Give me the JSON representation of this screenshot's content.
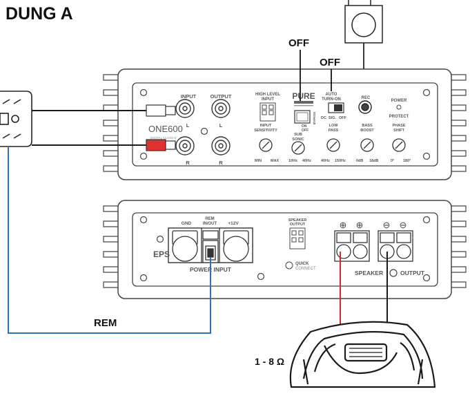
{
  "header": {
    "title": "DUNG A"
  },
  "callouts": {
    "pure_off": "OFF",
    "auto_off": "OFF",
    "rem": "REM",
    "impedance": "1 - 8 Ω"
  },
  "colors": {
    "rem_wire": "#2f6fb3",
    "speaker_pos": "#d8262e",
    "signal_wire": "#1a1a1a",
    "rca_red": "#e03030",
    "panel_stroke": "#555555"
  },
  "top_amp": {
    "input": "INPUT",
    "output": "OUTPUT",
    "ch_l": "L",
    "ch_r": "R",
    "brand": "ONE600",
    "brand_sub": "DIGITAL CLASS D",
    "high_level_input": [
      "HIGH LEVEL",
      "INPUT"
    ],
    "pure": "PURE",
    "pure_on": "ON",
    "pure_off": "OFF",
    "bypass": "BYPASS",
    "auto_turn_on": [
      "AUTO",
      "TURN-ON"
    ],
    "switch_dc": "DC",
    "switch_sig": "SIG.",
    "switch_off": "OFF",
    "rec": "REC",
    "power": "POWER",
    "protect": "PROTECT",
    "input_sensitivity": [
      "INPUT",
      "SENSITIVITY"
    ],
    "sens_min": "MIN",
    "sens_max": "MAX",
    "sub_sonic": [
      "SUB",
      "SONIC"
    ],
    "ss_min": "10Hz",
    "ss_max": "40Hz",
    "low_pass": [
      "LOW",
      "PASS"
    ],
    "lp_min": "40Hz",
    "lp_max": "150Hz",
    "bass_boost": [
      "BASS",
      "BOOST"
    ],
    "bb_min": "0dB",
    "bb_max": "18dB",
    "phase_shift": [
      "PHASE",
      "SHIFT"
    ],
    "ps_min": "0°",
    "ps_max": "180°"
  },
  "bottom_amp": {
    "gnd": "GND",
    "rem": [
      "REM",
      "IN/OUT"
    ],
    "plus12v": "+12V",
    "power_input": "POWER INPUT",
    "eps": "EPS",
    "speaker_output": [
      "SPEAKER",
      "OUTPUT"
    ],
    "quick_connect": [
      "QUICK",
      "CONNECT"
    ],
    "speaker": "SPEAKER",
    "output": "OUTPUT",
    "plus": "⊕",
    "minus": "⊖"
  }
}
